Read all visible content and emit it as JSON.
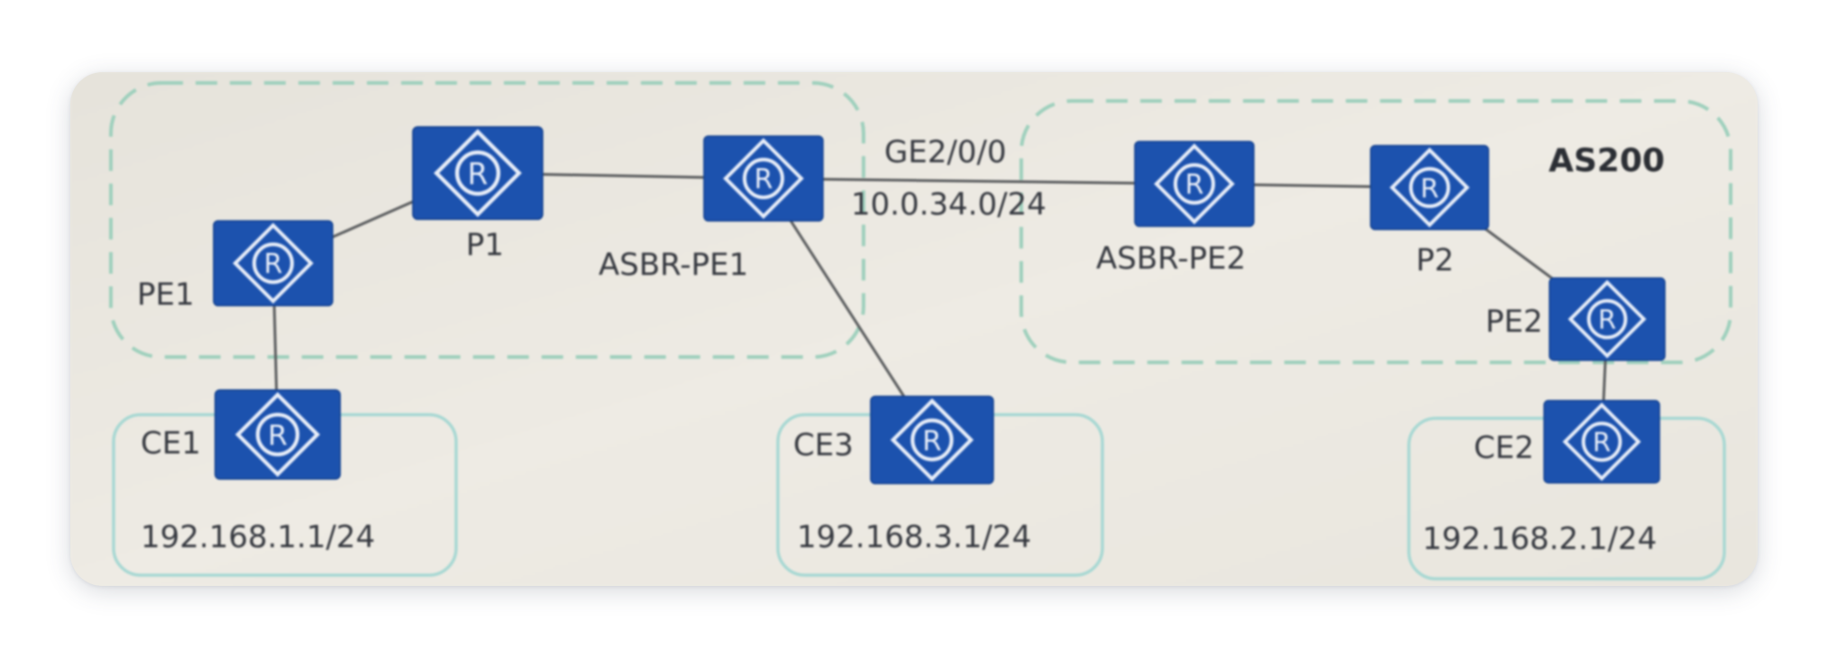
{
  "labels": {
    "p1": "P1",
    "asbr_pe1": "ASBR-PE1",
    "pe1": "PE1",
    "ge": "GE2/0/0",
    "subnet": "10.0.34.0/24",
    "asbr_pe2": "ASBR-PE2",
    "p2": "P2",
    "as200": "AS200",
    "pe2": "PE2",
    "ce1": "CE1",
    "ce1_ip": "192.168.1.1/24",
    "ce3": "CE3",
    "ce3_ip": "192.168.3.1/24",
    "ce2": "CE2",
    "ce2_ip": "192.168.2.1/24"
  },
  "router_glyph": "R",
  "colors": {
    "router": "#1c52ae",
    "as_boundary": "#9fd0bd",
    "site_boundary": "#a8d8d3",
    "link": "#5b5d5f",
    "background": "#ece9e1"
  }
}
